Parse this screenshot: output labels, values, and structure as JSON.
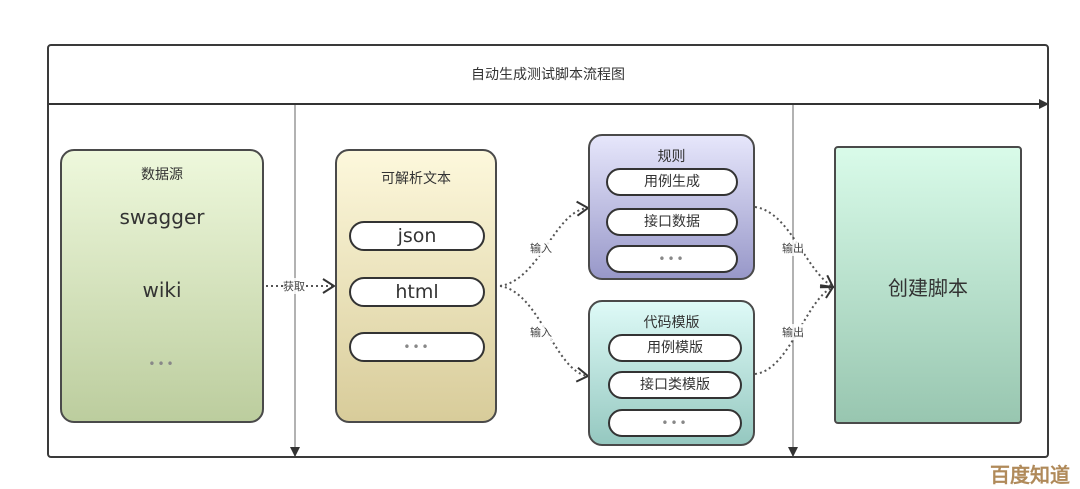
{
  "title": "自动生成测试脚本流程图",
  "data_source": {
    "title": "数据源",
    "items": [
      "swagger",
      "wiki",
      "•••"
    ]
  },
  "parsable_text": {
    "title": "可解析文本",
    "items": [
      "json",
      "html",
      "•••"
    ]
  },
  "rules": {
    "title": "规则",
    "items": [
      "用例生成",
      "接口数据",
      "•••"
    ]
  },
  "code_templates": {
    "title": "代码模版",
    "items": [
      "用例模版",
      "接口类模版",
      "•••"
    ]
  },
  "output": {
    "title": "创建脚本"
  },
  "edges": {
    "fetch": "获取",
    "input_1": "输入",
    "input_2": "输入",
    "output_1": "输出",
    "output_2": "输出"
  },
  "colors": {
    "data_source": "#d8e8bc",
    "parsable_text": "#f2ebc2",
    "rules": "#c0c0e6",
    "code_templates": "#bfe8e2",
    "output": "#bde3cf"
  },
  "watermark": "百度知道"
}
